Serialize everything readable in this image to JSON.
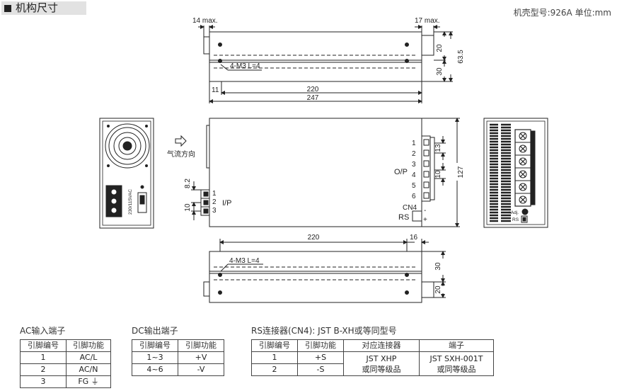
{
  "header": {
    "title": "机构尺寸",
    "case_info": "机壳型号:926A   单位:mm"
  },
  "drawing": {
    "top_view": {
      "d_left_max": "14 max.",
      "d_right_max": "17 max.",
      "mount": "4-M3 L=4",
      "d_20": "20",
      "d_30": "30",
      "d_63_5": "63.5",
      "d_11": "11",
      "d_220": "220",
      "d_247": "247"
    },
    "side_view": {
      "airflow": "气流方向",
      "ac_label": "230/115VAC",
      "ip_pins": [
        "1",
        "2",
        "3"
      ],
      "ip_label": "I/P",
      "d_8_2": "8.2",
      "d_10": "10",
      "op_pins": [
        "1",
        "2",
        "3",
        "4",
        "5",
        "6"
      ],
      "op_label": "O/P",
      "d_13": "13",
      "d_10b": "10",
      "d_127": "127",
      "cn4": "CN4",
      "rs": "RS",
      "minus": "-",
      "plus": "+"
    },
    "end_view": {
      "adj": "+Adj.",
      "rs": "RS"
    },
    "bottom_view": {
      "d_220": "220",
      "d_16": "16",
      "mount": "4-M3 L=4",
      "d_30": "30",
      "d_20": "20"
    }
  },
  "tables": {
    "ac": {
      "caption": "AC输入端子",
      "headers": [
        "引脚编号",
        "引脚功能"
      ],
      "rows": [
        {
          "pin": "1",
          "fn": "AC/L"
        },
        {
          "pin": "2",
          "fn": "AC/N"
        },
        {
          "pin": "3",
          "fn": "FG ⏚"
        }
      ]
    },
    "dc": {
      "caption": "DC输出端子",
      "headers": [
        "引脚编号",
        "引脚功能"
      ],
      "rows": [
        {
          "pin": "1~3",
          "fn": "+V"
        },
        {
          "pin": "4~6",
          "fn": "-V"
        }
      ]
    },
    "rs": {
      "caption": "RS连接器(CN4): JST B-XH或等同型号",
      "headers": [
        "引脚编号",
        "引脚功能",
        "对应连接器",
        "端子"
      ],
      "rows": [
        {
          "pin": "1",
          "fn": "+S"
        },
        {
          "pin": "2",
          "fn": "-S"
        }
      ],
      "connector": "JST XHP\n或同等级品",
      "terminal": "JST SXH-001T\n或同等级品"
    }
  }
}
